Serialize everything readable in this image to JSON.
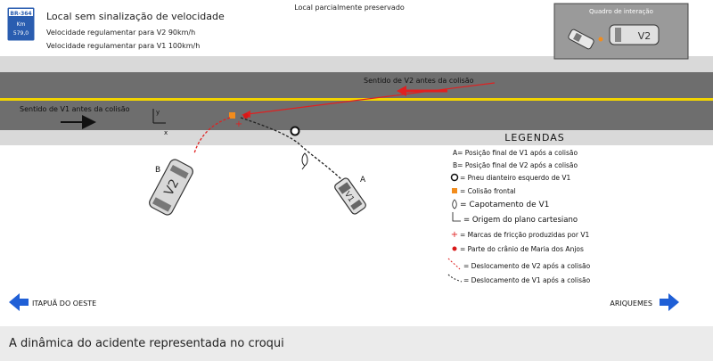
{
  "sign": {
    "top": "BR-364",
    "line1": "Km",
    "line2": "579,0"
  },
  "header": {
    "title": "Local sem sinalização de velocidade",
    "line_v2": "Velocidade regulamentar para V2 90km/h",
    "line_v1": "Velocidade regulamentar para V1 100km/h",
    "preserved": "Local parcialmente preservado"
  },
  "inset": {
    "title": "Quadro de interação",
    "v2": "V2"
  },
  "road": {
    "v2_direction": "Sentido de V2 antes da colisão",
    "v1_direction": "Sentido de V1 antes da colisão",
    "axis_y": "y",
    "axis_x": "x"
  },
  "vehicles": {
    "label_b": "B",
    "label_a": "A",
    "v2": "V2",
    "v1": "V1"
  },
  "legend": {
    "title": "LEGENDAS",
    "items": [
      "A= Posição final de V1 após a colisão",
      "B= Posição final de V2 após a colisão",
      "= Pneu dianteiro esquerdo de V1",
      "= Colisão frontal",
      "= Capotamento de V1",
      "= Origem do plano cartesiano",
      "= Marcas de fricção produzidas por V1",
      "= Parte do crânio de Maria dos Anjos",
      "= Deslocamento de V2 após a colisão",
      "= Deslocamento de V1 após a colisão"
    ]
  },
  "directions": {
    "left": "ITAPUÃ DO OESTE",
    "right": "ARIQUEMES"
  },
  "caption": "A dinâmica do acidente representada no croqui",
  "colors": {
    "road": "#6e6e6e",
    "shoulder": "#d9d9d9",
    "center_line": "#f2d400",
    "accent_red": "#e02020",
    "sign_blue": "#2a5db0",
    "arrow_blue": "#1f5fd6"
  }
}
